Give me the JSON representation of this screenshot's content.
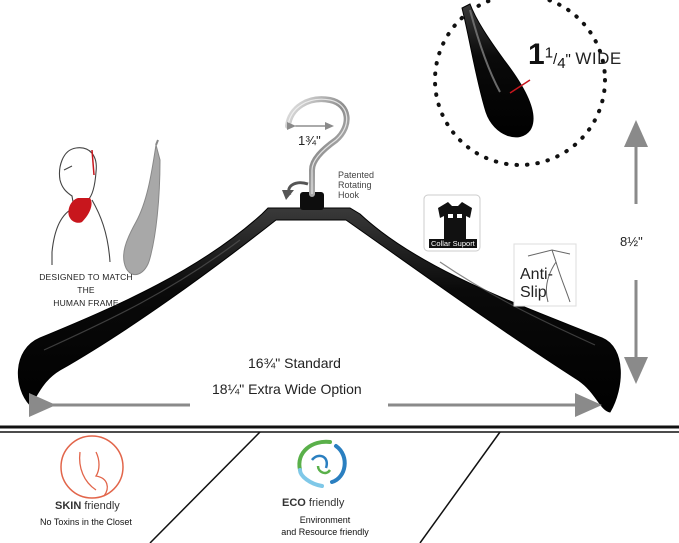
{
  "callouts": {
    "hook_size": "1¾\"",
    "hook_label_line1": "Patented",
    "hook_label_line2": "Rotating",
    "hook_label_line3": "Hook",
    "height": "8½\"",
    "width_standard": "16¾\" Standard",
    "width_extra": "18¼\" Extra Wide Option",
    "shoulder_whole": "1",
    "shoulder_numerator": "1",
    "shoulder_denominator": "4",
    "shoulder_inch": "\"",
    "shoulder_wide": "WIDE",
    "human_frame_line1": "DESIGNED TO MATCH",
    "human_frame_line2": "THE",
    "human_frame_line3": "HUMAN FRAME",
    "collar": "Collar Suport",
    "anti_slip_line1": "Anti-",
    "anti_slip_line2": "Slip"
  },
  "badges": {
    "skin": {
      "bold": "SKIN",
      "rest": " friendly",
      "sub": "No Toxins in the Closet"
    },
    "eco": {
      "bold": "ECO",
      "rest": " friendly",
      "sub_line1": "Environment",
      "sub_line2": "and Resource friendly"
    }
  },
  "colors": {
    "hanger": "#0d0d0d",
    "arrow": "#8a8a8a",
    "skin_accent": "#e2654a",
    "eco_green": "#5ab04a",
    "eco_blue": "#2a7fc0",
    "blood_red": "#c8161d"
  }
}
